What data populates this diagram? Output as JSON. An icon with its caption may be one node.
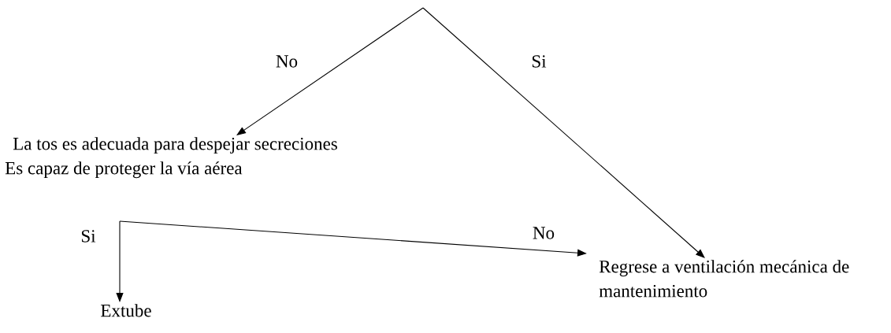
{
  "diagram": {
    "nodes": [
      {
        "text": [
          "La tos es adecuada para despejar secreciones",
          "Es capaz de proteger la vía aérea"
        ]
      },
      {
        "text": [
          "Regrese a ventilación mecánica de mantenimiento"
        ]
      },
      {
        "text": [
          "Extube"
        ]
      }
    ],
    "edges": [
      {
        "from": null,
        "to": 0,
        "arrow": "to",
        "label": "No"
      },
      {
        "from": null,
        "to": 1,
        "arrow": "to",
        "label": "Si"
      },
      {
        "from": 0,
        "to": 2,
        "arrow": "to",
        "label": "Si"
      },
      {
        "from": 0,
        "to": 1,
        "arrow": "to",
        "label": "No"
      }
    ]
  }
}
